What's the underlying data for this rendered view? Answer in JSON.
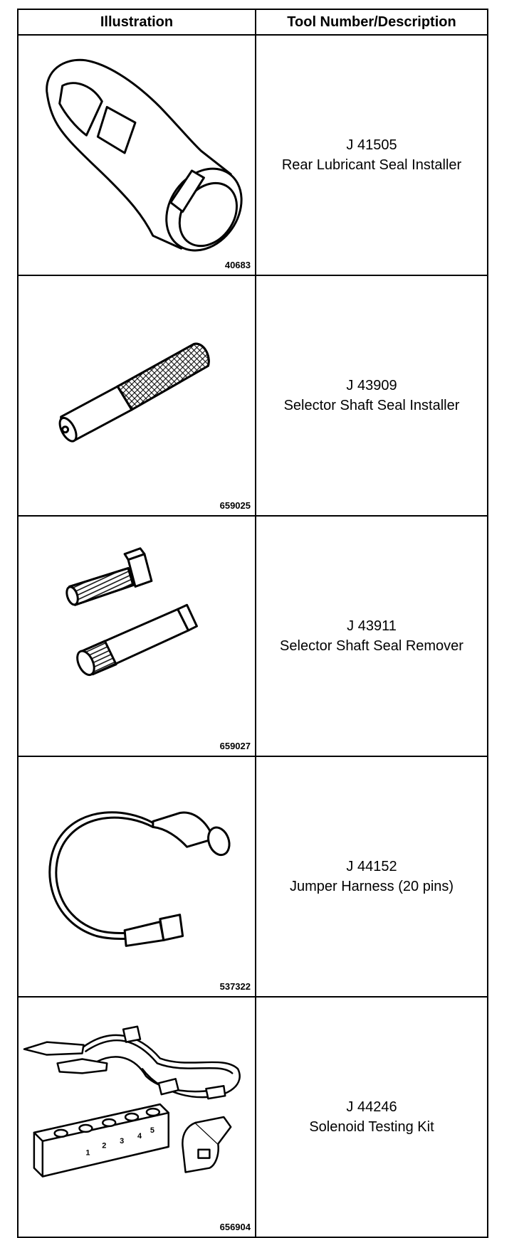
{
  "table": {
    "headers": [
      "Illustration",
      "Tool Number/Description"
    ],
    "rows": [
      {
        "figure": "40683",
        "tool_number": "J 41505",
        "description": "Rear Lubricant Seal Installer",
        "icon": "seal-installer-icon"
      },
      {
        "figure": "659025",
        "tool_number": "J 43909",
        "description": "Selector Shaft Seal Installer",
        "icon": "knurled-installer-icon"
      },
      {
        "figure": "659027",
        "tool_number": "J 43911",
        "description": "Selector Shaft Seal Remover",
        "icon": "bolt-and-remover-icon"
      },
      {
        "figure": "537322",
        "tool_number": "J 44152",
        "description": "Jumper Harness (20 pins)",
        "icon": "jumper-harness-icon"
      },
      {
        "figure": "656904",
        "tool_number": "J 44246",
        "description": "Solenoid Testing Kit",
        "icon": "solenoid-kit-icon"
      }
    ],
    "kit_block_labels": [
      "1",
      "2",
      "3",
      "4",
      "5"
    ]
  }
}
